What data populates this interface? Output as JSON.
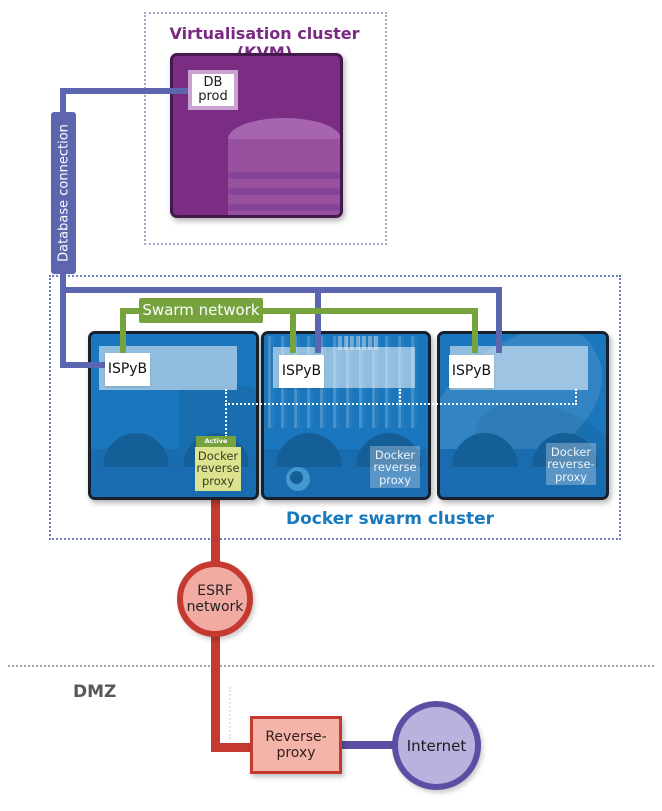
{
  "kvm_cluster": {
    "title": "Virtualisation cluster (KVM)",
    "db_label": [
      "DB",
      "prod"
    ]
  },
  "connections": {
    "database_label": "Database connection",
    "swarm_network_label": "Swarm network"
  },
  "swarm_cluster": {
    "title": "Docker swarm cluster",
    "nodes": [
      {
        "app_label": "ISPyB",
        "active_tag": "Active node",
        "proxy_label": [
          "Docker",
          "reverse",
          "proxy"
        ]
      },
      {
        "app_label": "ISPyB",
        "proxy_label": [
          "Docker",
          "reverse",
          "proxy"
        ]
      },
      {
        "app_label": "ISPyB",
        "proxy_label": [
          "Docker",
          "reverse-",
          "proxy"
        ]
      }
    ]
  },
  "esrf_network": {
    "label": [
      "ESRF",
      "network"
    ]
  },
  "dmz": {
    "label": "DMZ",
    "reverse_proxy_label": [
      "Reverse-",
      "proxy"
    ],
    "internet_label": "Internet"
  },
  "colors": {
    "kvm_purple": "#7b2c83",
    "docker_blue": "#1b77bd",
    "network_green": "#76a33e",
    "network_purple": "#5b66af",
    "network_red": "#c43a30",
    "internet_purple": "#5a4fa2",
    "title_blue": "#1779be",
    "title_purple": "#7a2a82",
    "dmz_gray": "#58595b"
  }
}
